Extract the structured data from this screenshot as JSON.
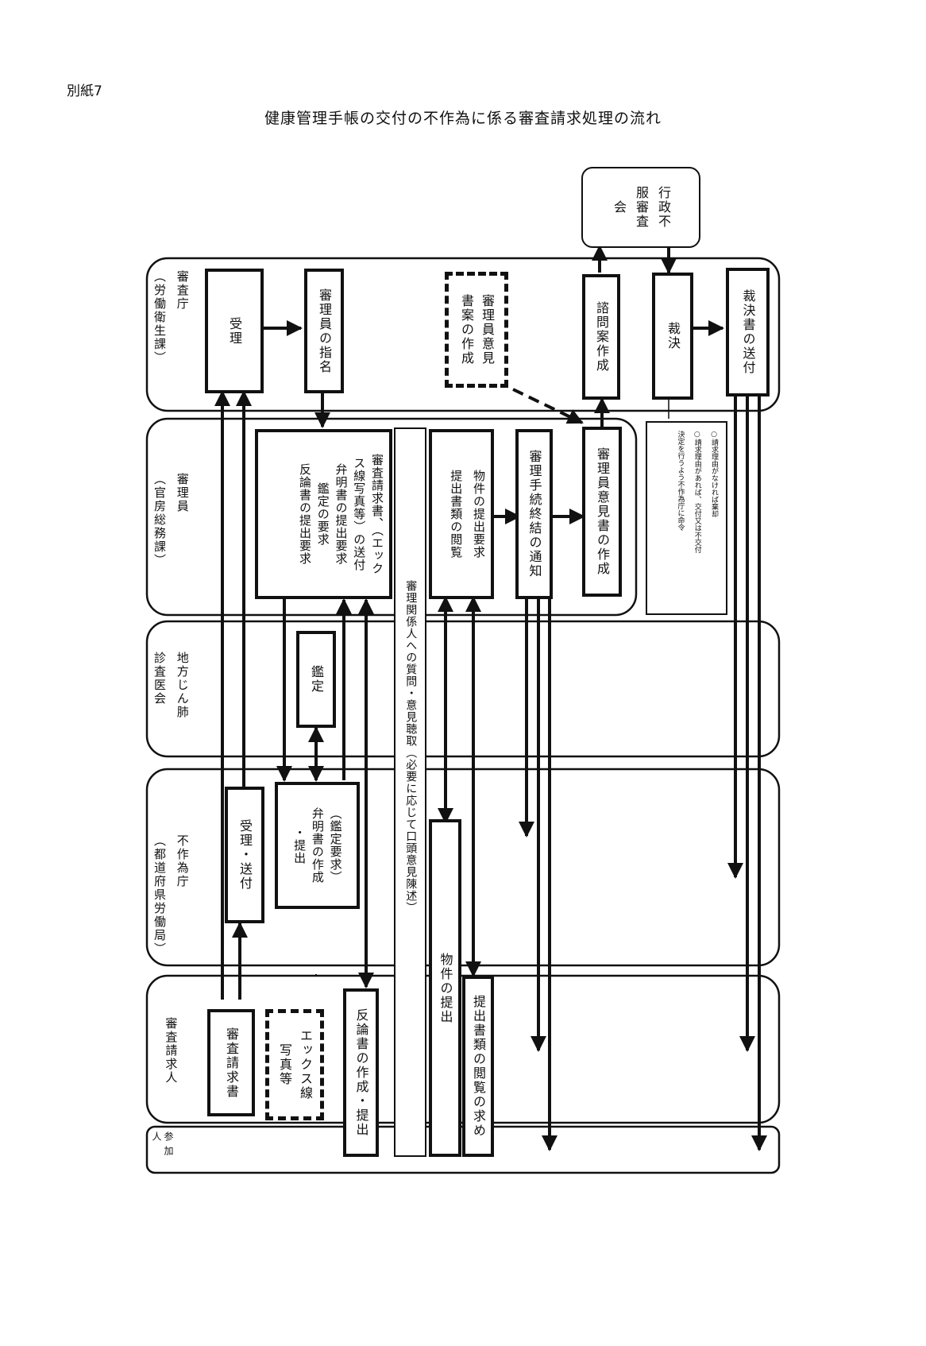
{
  "doc_label": "別紙7",
  "title": "健康管理手帳の交付の不作為に係る審査請求処理の流れ",
  "lanes": {
    "shinsacho": [
      "審査庁",
      "（労働衛生課）"
    ],
    "shinriin": [
      "審理員",
      "（官房総務課）"
    ],
    "shinsaikai": [
      "地方じん肺",
      "診査医会"
    ],
    "fusakuicho": [
      "不作為庁",
      "（都道府県労働局）"
    ],
    "seikyunin": [
      "審査請求人"
    ],
    "sankanin": [
      "参",
      "加",
      "人"
    ]
  },
  "external": {
    "shinsakai": [
      "行政不",
      "服審査",
      "会"
    ]
  },
  "boxes": {
    "juri": "受理",
    "shiteii": "審理員の指名",
    "iken_draft": [
      "審理員意見",
      "書案の作成"
    ],
    "shimon": "諮問案作成",
    "saiketsu": "裁決",
    "soufu": "裁決書の送付",
    "shinri_requests": [
      "審査請求書、（エック",
      "ス線写真等）の送付",
      "弁明書の提出要求",
      "鑑定の要求",
      "反論書の提出要求"
    ],
    "hearing": "審理関係人への質問・意見聴取（必要に応じて口頭意見陳述）",
    "bukken_request": [
      "物件の提出要求",
      "提出書類の閲覧"
    ],
    "shuketsu": "審理手続終結の通知",
    "ikensho": "審理員意見書の作成",
    "kantei": "鑑定",
    "juri_soufu": "受理・送付",
    "benmei": [
      "（鑑定要求）",
      "弁明書の作成",
      "・提出"
    ],
    "bukken_teishutsu": "物件の提出",
    "seikyusho": "審査請求書",
    "xray": [
      "エックス線",
      "写真等"
    ],
    "hanron": "反論書の作成・提出",
    "etsuran": "提出書類の閲覧の求め"
  },
  "note": [
    "○請求理由がなければ棄却",
    "○請求理由があれば、交付又は不交付",
    "決定を行うよう不作為庁に命令"
  ]
}
